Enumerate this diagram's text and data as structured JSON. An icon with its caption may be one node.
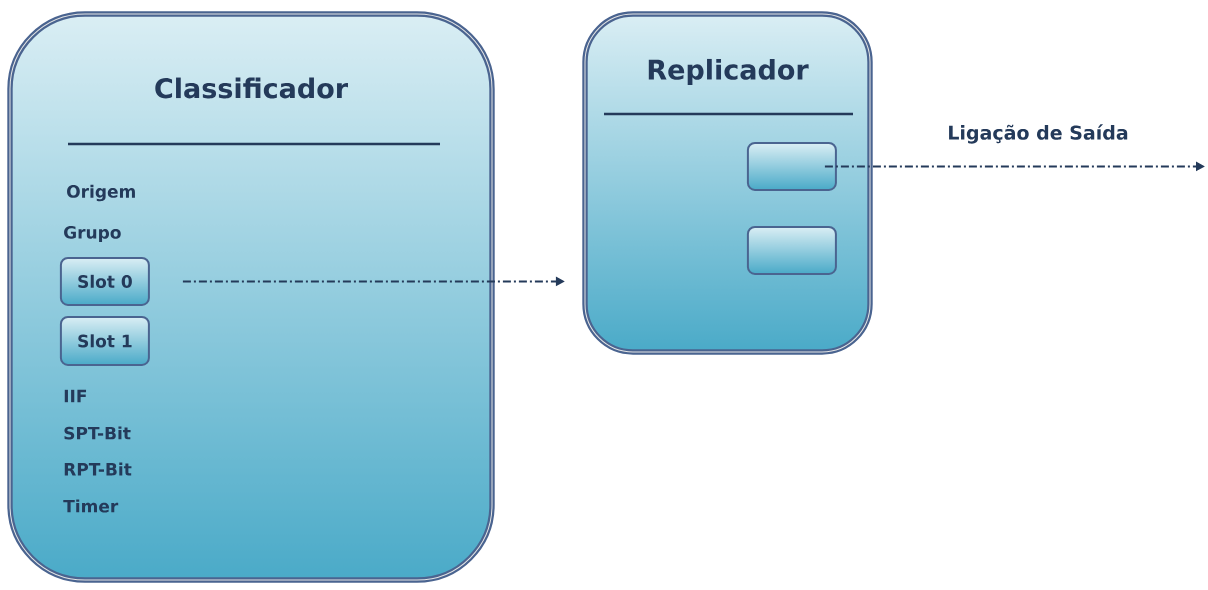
{
  "diagram": {
    "nodes": [
      {
        "text": [
          "Classificador"
        ]
      },
      {
        "text": [
          "Slot 0"
        ],
        "in": 0
      },
      {
        "text": [
          "Slot 1"
        ],
        "in": 0
      },
      {
        "text": [
          "Replicador"
        ]
      },
      {
        "text": [],
        "shape": "box",
        "in": 3
      },
      {
        "text": [],
        "shape": "box",
        "in": 3
      }
    ],
    "edges": [
      {
        "from": 1,
        "to": 3,
        "arrow": "to",
        "style": "dashed"
      },
      {
        "from": 4,
        "to": null,
        "arrow": "to",
        "style": "dashed",
        "label": "Ligação de Saída"
      }
    ],
    "labels": [
      "Origem",
      "Grupo",
      "IIF",
      "SPT-Bit",
      "RPT-Bit",
      "Timer"
    ]
  }
}
